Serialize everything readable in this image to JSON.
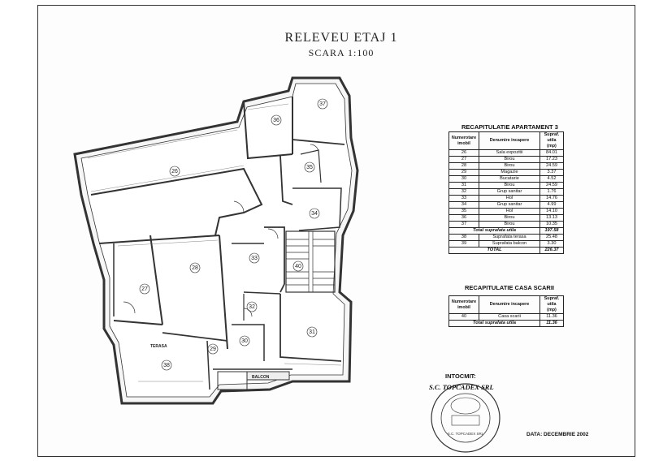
{
  "title": "RELEVEU ETAJ 1",
  "scale": "SCARA 1:100",
  "rooms": [
    {
      "id": "26"
    },
    {
      "id": "27"
    },
    {
      "id": "28"
    },
    {
      "id": "29"
    },
    {
      "id": "30"
    },
    {
      "id": "31"
    },
    {
      "id": "32"
    },
    {
      "id": "33"
    },
    {
      "id": "34"
    },
    {
      "id": "35"
    },
    {
      "id": "36"
    },
    {
      "id": "37"
    },
    {
      "id": "38"
    },
    {
      "id": "40"
    }
  ],
  "labels": {
    "terasa": "TERASA",
    "balcon": "BALCON"
  },
  "apartment_table": {
    "title": "RECAPITULATIE APARTAMENT 3",
    "headers": [
      "Numerotare imobil",
      "Denumire incapere",
      "Supraf. utila (mp)"
    ],
    "rows": [
      [
        "26",
        "Sala expozitii",
        "84.01"
      ],
      [
        "27",
        "Birou",
        "17.23"
      ],
      [
        "28",
        "Birou",
        "24.59"
      ],
      [
        "29",
        "Magazie",
        "3.37"
      ],
      [
        "30",
        "Bucatarie",
        "4.52"
      ],
      [
        "31",
        "Birou",
        "24.59"
      ],
      [
        "32",
        "Grup sanitar",
        "1.76"
      ],
      [
        "33",
        "Hol",
        "14.76"
      ],
      [
        "34",
        "Grup sanitar",
        "4.99"
      ],
      [
        "35",
        "Hol",
        "14.10"
      ],
      [
        "36",
        "Birou",
        "13.13"
      ],
      [
        "37",
        "Birou",
        "10.35"
      ]
    ],
    "total_useful_label": "Total suprafata utila",
    "total_useful_value": "197.58",
    "extra_rows": [
      [
        "38",
        "Suprafata terasa",
        "25.48"
      ],
      [
        "39",
        "Suprafata balcon",
        "3.30"
      ]
    ],
    "grand_total_label": "TOTAL",
    "grand_total_value": "226.37"
  },
  "stair_table": {
    "title": "RECAPITULATIE CASA SCARII",
    "headers": [
      "Numerotare imobil",
      "Denumire incapere",
      "Supraf. utila (mp)"
    ],
    "rows": [
      [
        "40",
        "Casa scarii",
        "11.36"
      ]
    ],
    "total_label": "Total suprafata utila",
    "total_value": "11.36"
  },
  "footer": {
    "intocmit": "INTOCMIT:",
    "company": "S.C. TOPCADEX SRL",
    "stamp_text": "S.C. TOPCADEX SRL",
    "date": "DATA: DECEMBRIE 2002"
  }
}
